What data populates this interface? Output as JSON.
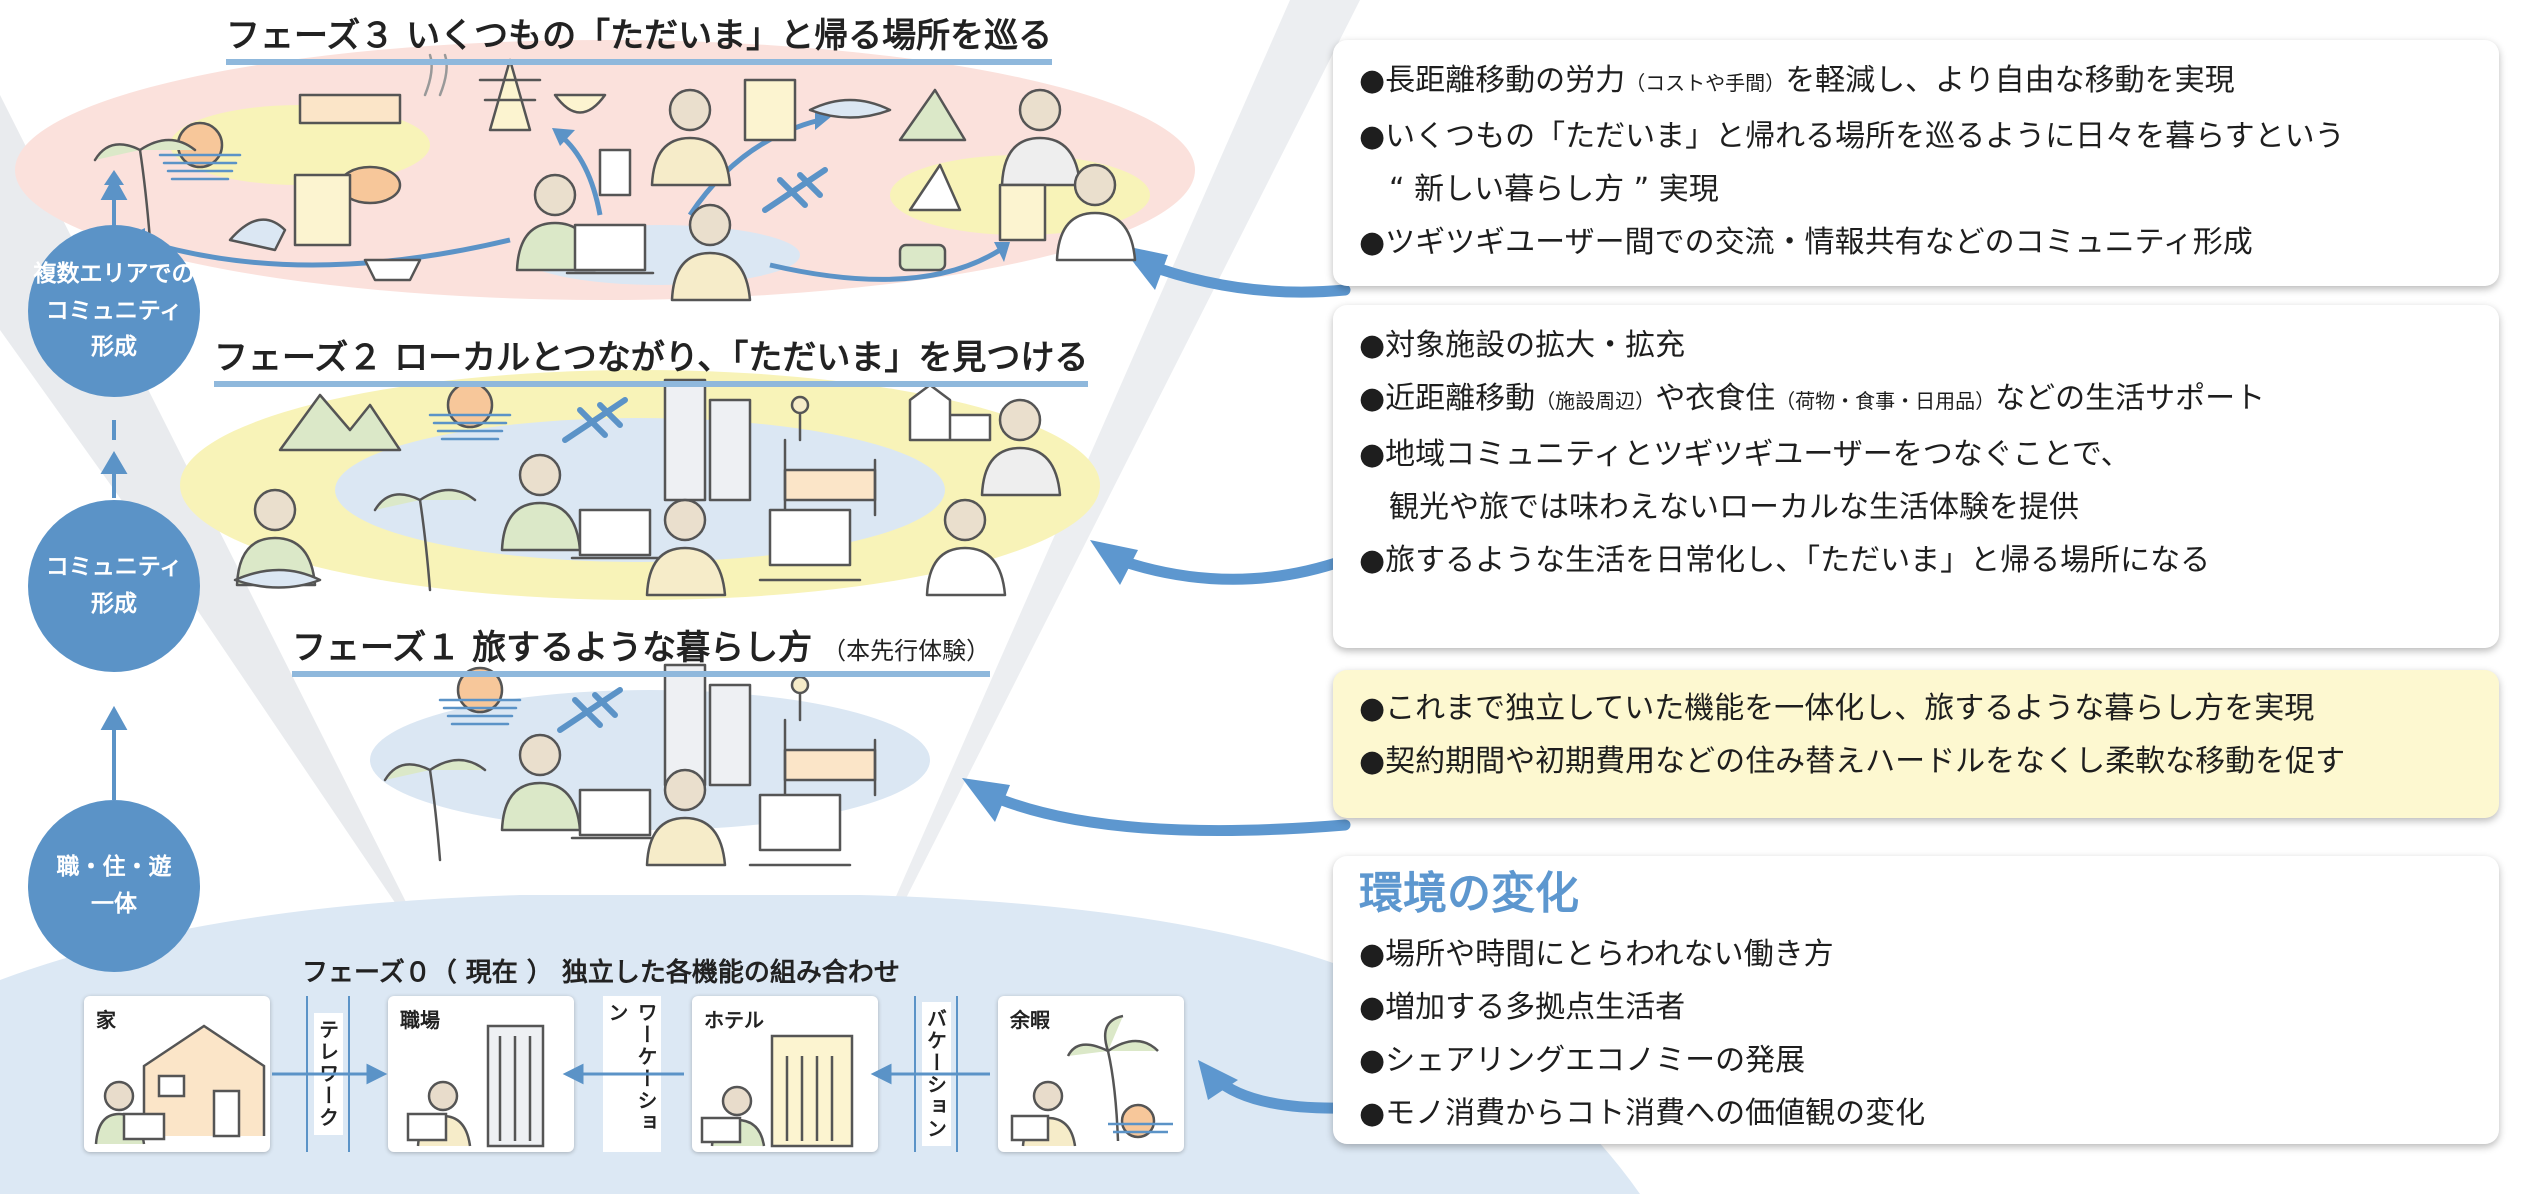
{
  "phases": {
    "phase3": {
      "title": "フェーズ３ いくつもの「ただいま」と帰る場所を巡る"
    },
    "phase2": {
      "title": "フェーズ２ ローカルとつながり、「ただいま」を見つける"
    },
    "phase1": {
      "title": "フェーズ１ 旅するような暮らし方",
      "note": "（本先行体験）"
    },
    "phase0": {
      "title": "フェーズ０（ 現在 ） 独立した各機能の組み合わせ"
    }
  },
  "stages": [
    {
      "label": "複数エリアでの\nコミュニティ\n形成"
    },
    {
      "label": "コミュニティ\n形成"
    },
    {
      "label": "職・住・遊\n一体"
    }
  ],
  "phase0_cards": [
    {
      "label": "家"
    },
    {
      "label": "職場"
    },
    {
      "label": "ホテル"
    },
    {
      "label": "余暇"
    }
  ],
  "phase0_connectors": [
    {
      "label": "テレワーク"
    },
    {
      "label": "ワーケーション"
    },
    {
      "label": "バケーション"
    }
  ],
  "boxes": {
    "phase3": [
      {
        "text": "●長距離移動の労力",
        "sub": "（コストや手間）",
        "rest": "を軽減し、より自由な移動を実現"
      },
      {
        "text": "●いくつもの「ただいま」と帰れる場所を巡るように日々を暮らすという",
        "sub": "",
        "rest": ""
      },
      {
        "text": "　“ 新しい暮らし方 ” 実現",
        "sub": "",
        "rest": ""
      },
      {
        "text": "●ツギツギユーザー間での交流・情報共有などのコミュニティ形成",
        "sub": "",
        "rest": ""
      }
    ],
    "phase2": [
      {
        "text": "●対象施設の拡大・拡充",
        "sub": "",
        "rest": ""
      },
      {
        "text": "●近距離移動",
        "sub": "（施設周辺）",
        "rest": "や衣食住",
        "sub2": "（荷物・食事・日用品）",
        "rest2": "などの生活サポート"
      },
      {
        "text": "●地域コミュニティとツギツギユーザーをつなぐことで、",
        "sub": "",
        "rest": ""
      },
      {
        "text": "　観光や旅では味わえないローカルな生活体験を提供",
        "sub": "",
        "rest": ""
      },
      {
        "text": "●旅するような生活を日常化し、「ただいま」と帰る場所になる",
        "sub": "",
        "rest": ""
      }
    ],
    "phase1": [
      {
        "text": "●これまで独立していた機能を一体化し、旅するような暮らし方を実現",
        "sub": "",
        "rest": ""
      },
      {
        "text": "●契約期間や初期費用などの住み替えハードルをなくし柔軟な移動を促す",
        "sub": "",
        "rest": ""
      }
    ],
    "environment": {
      "title": "環境の変化",
      "items": [
        "●場所や時間にとらわれない働き方",
        "●増加する多拠点生活者",
        "●シェアリングエコノミーの発展",
        "●モノ消費からコト消費への価値観の変化"
      ]
    }
  },
  "colors": {
    "accent_blue": "#5b93c7",
    "phase3_ellipse": "#fbe1dc",
    "phase_yellow": "#f8f3b8",
    "phase_blue": "#dbe7f3",
    "phase1_box": "#fdf8d0"
  },
  "icons": [
    "palm-tree-icon",
    "sunset-icon",
    "sushi-icon",
    "onsen-icon",
    "pagoda-icon",
    "bowl-icon",
    "skier-icon",
    "hotel-icon",
    "fish-icon",
    "mountain-icon",
    "farmer-icon",
    "chef-icon",
    "crab-icon",
    "ship-icon",
    "train-icon",
    "airplane-icon",
    "car-icon",
    "building-icon",
    "bed-icon",
    "laptop-icon",
    "person-icon",
    "house-icon"
  ]
}
